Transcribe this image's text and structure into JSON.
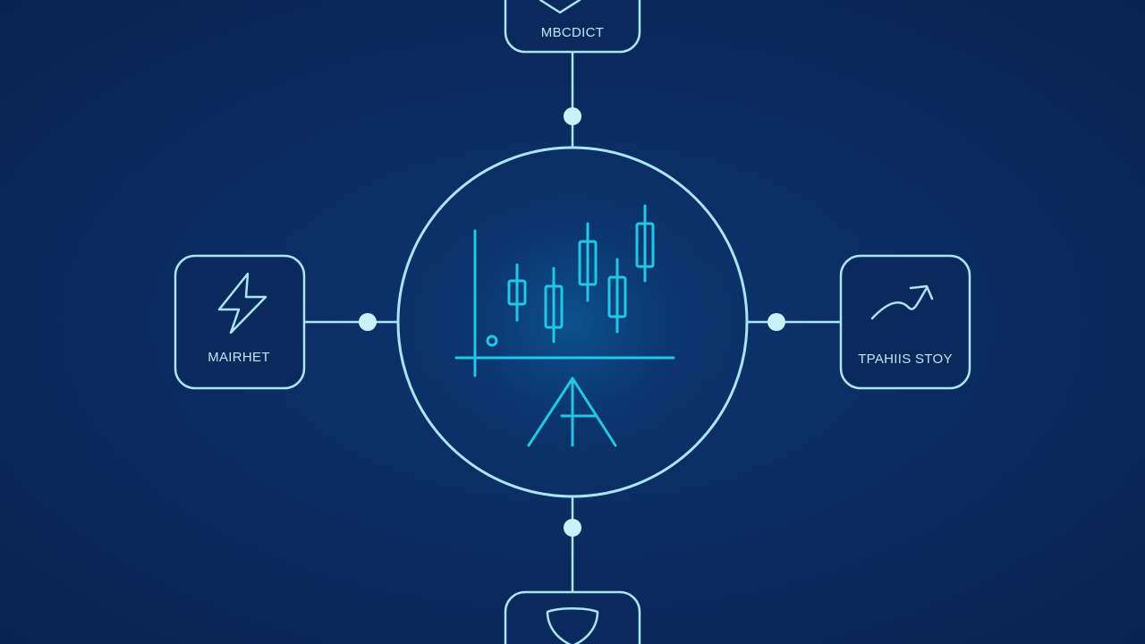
{
  "nodes": {
    "top": {
      "label": "MBCDICT",
      "icon": "shield-icon"
    },
    "left": {
      "label": "MAIRHET",
      "icon": "lightning-bolt-icon"
    },
    "right": {
      "label": "TPAHIIS STOY",
      "icon": "trend-up-arrow-icon"
    },
    "bottom": {
      "label": "",
      "icon": "shield-icon"
    }
  },
  "center": {
    "icon": "candlestick-chart-icon",
    "sub_icon": "easel-icon"
  },
  "colors": {
    "background": "#0a2a5e",
    "line": "#a9e6f2",
    "accent": "#1ec8e6"
  }
}
